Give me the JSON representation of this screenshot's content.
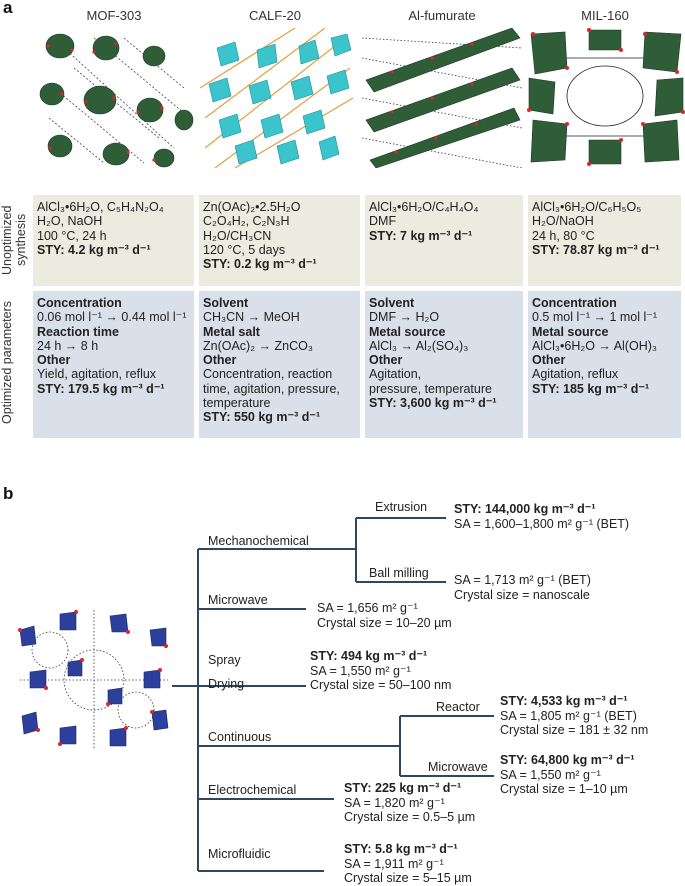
{
  "panel_a": {
    "letter": "a",
    "row_labels": {
      "unoptimized": "Unoptimized synthesis",
      "optimized": "Optimized parameters"
    },
    "columns": [
      {
        "name": "MOF-303",
        "structure_icon": "mof-303-framework-icon",
        "unoptimized": [
          "AlCl₃•6H₂O, C₅H₄N₂O₄",
          "H₂O, NaOH",
          "100 °C, 24 h"
        ],
        "unoptimized_sty": "STY: 4.2 kg m⁻³ d⁻¹",
        "optimized": [
          {
            "heading": "Concentration",
            "lines": [
              "0.06 mol l⁻¹ → 0.44 mol l⁻¹"
            ]
          },
          {
            "heading": "Reaction time",
            "lines": [
              "24 h → 8 h"
            ]
          },
          {
            "heading": "Other",
            "lines": [
              "Yield, agitation, reflux"
            ]
          }
        ],
        "optimized_sty": "STY: 179.5 kg m⁻³ d⁻¹"
      },
      {
        "name": "CALF-20",
        "structure_icon": "calf-20-framework-icon",
        "unoptimized": [
          "Zn(OAc)₂•2.5H₂O",
          "C₂O₄H₂, C₂N₃H",
          "H₂O/CH₃CN",
          "120 °C, 5 days"
        ],
        "unoptimized_sty": "STY: 0.2 kg m⁻³ d⁻¹",
        "optimized": [
          {
            "heading": "Solvent",
            "lines": [
              "CH₃CN → MeOH"
            ]
          },
          {
            "heading": "Metal salt",
            "lines": [
              "Zn(OAc)₂ → ZnCO₃"
            ]
          },
          {
            "heading": "Other",
            "lines": [
              "Concentration, reaction",
              "time, agitation, pressure,",
              "temperature"
            ]
          }
        ],
        "optimized_sty": "STY: 550 kg m⁻³ d⁻¹"
      },
      {
        "name": "Al-fumurate",
        "structure_icon": "al-fumarate-framework-icon",
        "unoptimized": [
          "AlCl₃•6H₂O/C₄H₄O₄",
          "DMF"
        ],
        "unoptimized_sty": "STY: 7 kg m⁻³ d⁻¹",
        "optimized": [
          {
            "heading": "Solvent",
            "lines": [
              "DMF → H₂O"
            ]
          },
          {
            "heading": "Metal source",
            "lines": [
              "AlCl₃ → Al₂(SO₄)₃"
            ]
          },
          {
            "heading": "Other",
            "lines": [
              "Agitation,",
              "pressure, temperature"
            ]
          }
        ],
        "optimized_sty": "STY: 3,600 kg m⁻³ d⁻¹"
      },
      {
        "name": "MIL-160",
        "structure_icon": "mil-160-framework-icon",
        "unoptimized": [
          "AlCl₃•6H₂O/C₆H₅O₅",
          "H₂O/NaOH",
          "24 h, 80 °C"
        ],
        "unoptimized_sty": "STY: 78.87 kg m⁻³ d⁻¹",
        "optimized": [
          {
            "heading": "Concentration",
            "lines": [
              "0.5 mol l⁻¹ → 1 mol l⁻¹"
            ]
          },
          {
            "heading": "Metal source",
            "lines": [
              "AlCl₃•6H₂O → Al(OH)₃"
            ]
          },
          {
            "heading": "Other",
            "lines": [
              "Agitation, reflux"
            ]
          }
        ],
        "optimized_sty": "STY: 185 kg m⁻³ d⁻¹"
      }
    ]
  },
  "panel_b": {
    "letter": "b",
    "structure_icon": "mof-framework-icon",
    "methods": {
      "mechanochemical": "Mechanochemical",
      "extrusion": "Extrusion",
      "ball_milling": "Ball milling",
      "microwave": "Microwave",
      "spray": "Spray",
      "drying": "Drying",
      "continuous": "Continuous",
      "reactor": "Reactor",
      "continuous_microwave": "Microwave",
      "electrochemical": "Electrochemical",
      "microfluidic": "Microfluidic"
    },
    "results": {
      "extrusion": {
        "sty": "STY: 144,000 kg m⁻³ d⁻¹",
        "lines": [
          "SA = 1,600–1,800 m² g⁻¹ (BET)"
        ]
      },
      "ball_milling": {
        "lines": [
          "SA = 1,713 m² g⁻¹ (BET)",
          "Crystal size = nanoscale"
        ]
      },
      "microwave": {
        "lines": [
          "SA = 1,656 m² g⁻¹",
          "Crystal size = 10–20 µm"
        ]
      },
      "spray_drying": {
        "sty": "STY: 494 kg m⁻³ d⁻¹",
        "lines": [
          "SA = 1,550 m² g⁻¹",
          "Crystal size = 50–100 nm"
        ]
      },
      "reactor": {
        "sty": "STY: 4,533 kg m⁻³ d⁻¹",
        "lines": [
          "SA = 1,805 m² g⁻¹ (BET)",
          "Crystal size = 181 ± 32 nm"
        ]
      },
      "continuous_microwave": {
        "sty": "STY: 64,800 kg m⁻³ d⁻¹",
        "lines": [
          "SA = 1,550 m² g⁻¹",
          "Crystal size = 1–10 µm"
        ]
      },
      "electrochemical": {
        "sty": "STY: 225 kg m⁻³ d⁻¹",
        "lines": [
          "SA = 1,820 m² g⁻¹",
          "Crystal size = 0.5–5 µm"
        ]
      },
      "microfluidic": {
        "sty": "STY: 5.8 kg m⁻³ d⁻¹",
        "lines": [
          "SA = 1,911 m² g⁻¹",
          "Crystal size = 5–15 µm"
        ]
      }
    }
  },
  "colors": {
    "unoptimized_bg": "#ecebe0",
    "optimized_bg": "#d9e0e9",
    "tree_line": "#2d4961",
    "mof303_poly": "#2f5d38",
    "calf20_poly": "#3cc4cc",
    "calf20_linker": "#e0a040",
    "mil160_poly": "#2f5d38",
    "oxygen": "#d8262a",
    "panel_b_poly": "#2c3f9c"
  }
}
